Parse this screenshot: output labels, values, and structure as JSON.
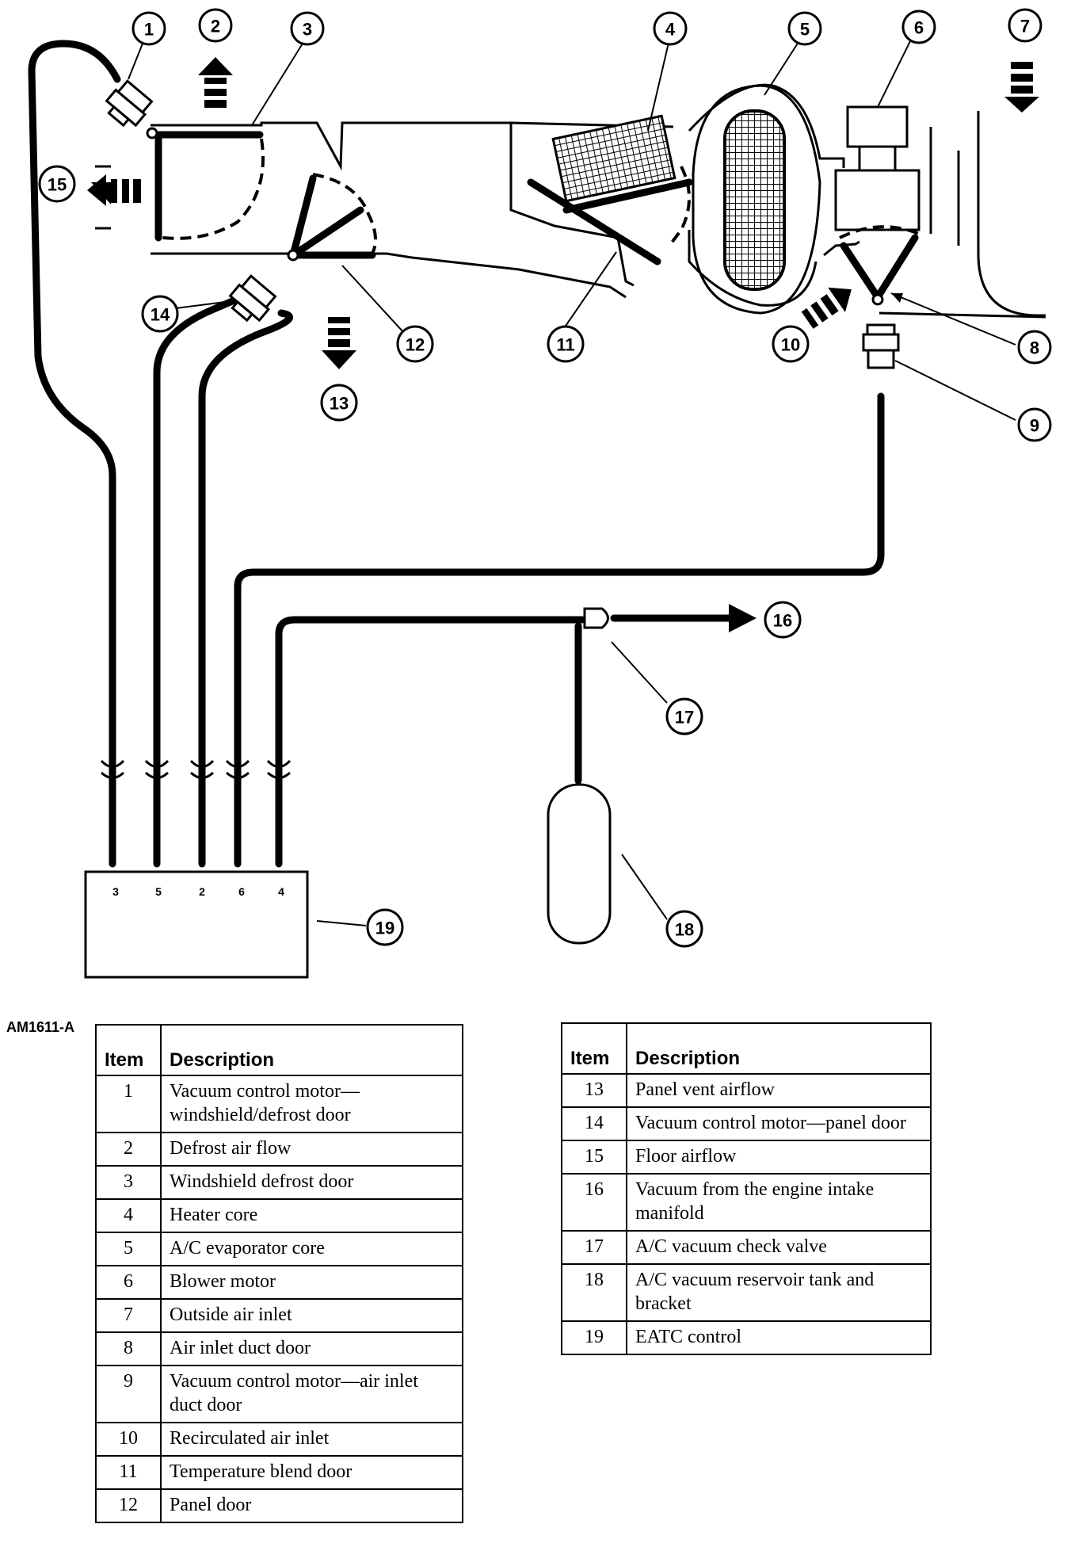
{
  "figure_code": "AM1611-A",
  "callouts": [
    "1",
    "2",
    "3",
    "4",
    "5",
    "6",
    "7",
    "8",
    "9",
    "10",
    "11",
    "12",
    "13",
    "14",
    "15",
    "16",
    "17",
    "18",
    "19"
  ],
  "control_ports": [
    "3",
    "5",
    "2",
    "6",
    "4"
  ],
  "legend": {
    "header_item": "Item",
    "header_description": "Description",
    "left_rows": [
      {
        "item": "1",
        "description": "Vacuum control motor—windshield/defrost door"
      },
      {
        "item": "2",
        "description": "Defrost air flow"
      },
      {
        "item": "3",
        "description": "Windshield defrost door"
      },
      {
        "item": "4",
        "description": "Heater core"
      },
      {
        "item": "5",
        "description": "A/C evaporator core"
      },
      {
        "item": "6",
        "description": "Blower motor"
      },
      {
        "item": "7",
        "description": "Outside air inlet"
      },
      {
        "item": "8",
        "description": "Air inlet duct door"
      },
      {
        "item": "9",
        "description": "Vacuum control motor—air inlet duct door"
      },
      {
        "item": "10",
        "description": "Recirculated air inlet"
      },
      {
        "item": "11",
        "description": "Temperature blend door"
      },
      {
        "item": "12",
        "description": "Panel door"
      }
    ],
    "right_rows": [
      {
        "item": "13",
        "description": "Panel vent airflow"
      },
      {
        "item": "14",
        "description": "Vacuum control motor—panel door"
      },
      {
        "item": "15",
        "description": "Floor airflow"
      },
      {
        "item": "16",
        "description": "Vacuum from the engine intake manifold"
      },
      {
        "item": "17",
        "description": "A/C vacuum check valve"
      },
      {
        "item": "18",
        "description": "A/C vacuum reservoir tank and bracket"
      },
      {
        "item": "19",
        "description": "EATC control"
      }
    ]
  }
}
